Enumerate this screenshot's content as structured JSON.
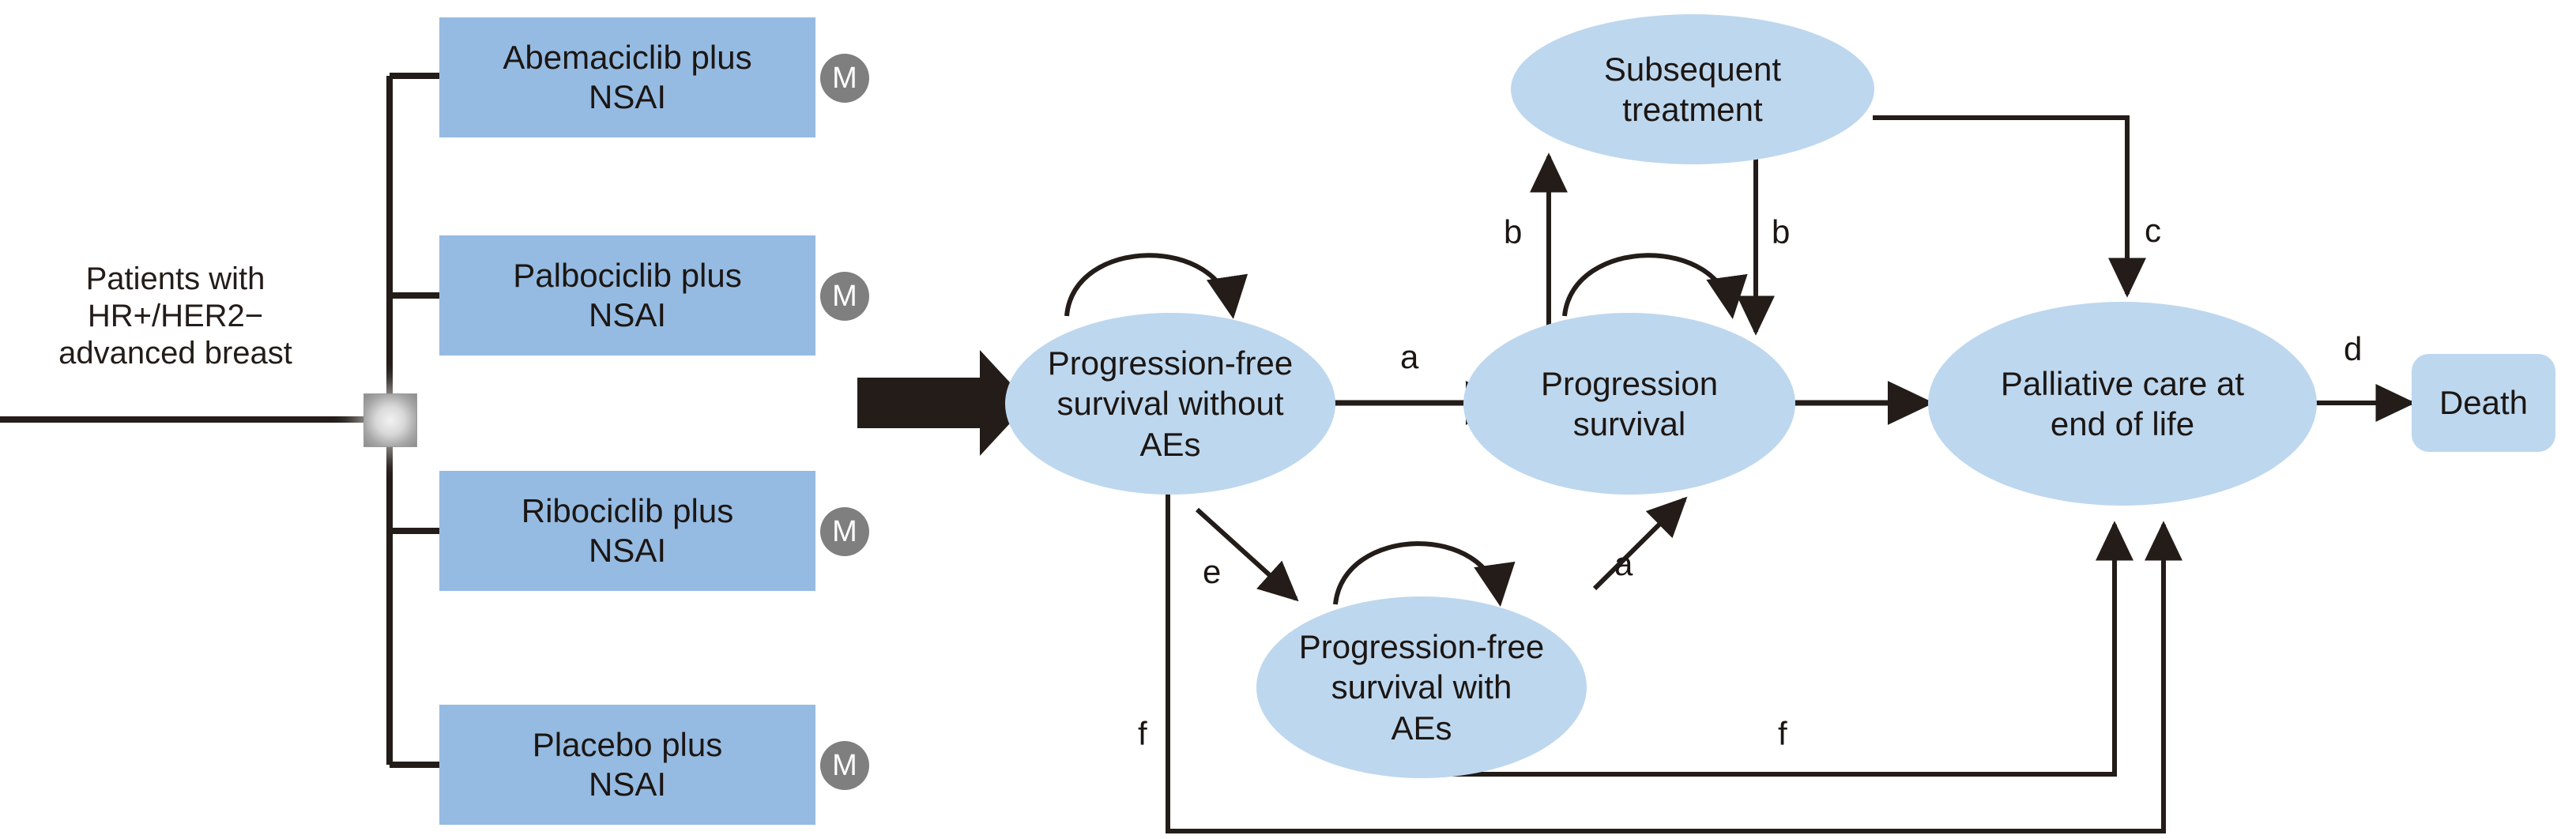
{
  "figure": {
    "type": "decision-tree-and-markov-state-transition-diagram",
    "background_color": "#ffffff",
    "line_color": "#231c18",
    "box_fill": "#95bbe2",
    "state_fill": "#bdd7ee",
    "marker_fill": "#7f7f7f"
  },
  "decision_tree": {
    "cohort_label": "Patients with\nHR+/HER2−\nadvanced breast",
    "node_marker": "decision-node",
    "arms": [
      {
        "label": "Abemaciclib plus\nNSAI",
        "marker": "M"
      },
      {
        "label": "Palbociclib plus\nNSAI",
        "marker": "M"
      },
      {
        "label": "Ribociclib plus\nNSAI",
        "marker": "M"
      },
      {
        "label": "Placebo plus\nNSAI",
        "marker": "M"
      }
    ]
  },
  "transition_arrow": {
    "name": "block-arrow-right"
  },
  "markov_model": {
    "states": [
      {
        "id": "pfs_no_ae",
        "label": "Progression-free\nsurvival without\nAEs",
        "shape": "ellipse"
      },
      {
        "id": "pfs_ae",
        "label": "Progression-free\nsurvival with\nAEs",
        "shape": "ellipse"
      },
      {
        "id": "subsequent",
        "label": "Subsequent\ntreatment",
        "shape": "ellipse"
      },
      {
        "id": "progression",
        "label": "Progression\nsurvival",
        "shape": "ellipse"
      },
      {
        "id": "palliative",
        "label": "Palliative care at\nend of life",
        "shape": "ellipse"
      },
      {
        "id": "death",
        "label": "Death",
        "shape": "rounded-rect"
      }
    ],
    "transitions": [
      {
        "from": "pfs_no_ae",
        "to": "pfs_no_ae",
        "label": "",
        "style": "self-loop"
      },
      {
        "from": "pfs_ae",
        "to": "pfs_ae",
        "label": "",
        "style": "self-loop"
      },
      {
        "from": "progression",
        "to": "progression",
        "label": "",
        "style": "self-loop"
      },
      {
        "from": "pfs_no_ae",
        "to": "progression",
        "label": "a",
        "style": "straight"
      },
      {
        "from": "pfs_ae",
        "to": "progression",
        "label": "a",
        "style": "straight"
      },
      {
        "from": "pfs_no_ae",
        "to": "pfs_ae",
        "label": "e",
        "style": "straight"
      },
      {
        "from": "progression",
        "to": "subsequent",
        "label": "b",
        "style": "vertical-up"
      },
      {
        "from": "subsequent",
        "to": "progression",
        "label": "b",
        "style": "vertical-down"
      },
      {
        "from": "subsequent",
        "to": "palliative",
        "label": "c",
        "style": "orthogonal"
      },
      {
        "from": "progression",
        "to": "palliative",
        "label": "",
        "style": "straight"
      },
      {
        "from": "palliative",
        "to": "death",
        "label": "d",
        "style": "straight"
      },
      {
        "from": "pfs_ae",
        "to": "palliative",
        "label": "f",
        "style": "orthogonal-bottom"
      },
      {
        "from": "pfs_no_ae",
        "to": "palliative",
        "label": "f",
        "style": "orthogonal-bottom"
      }
    ],
    "edge_labels": [
      "a",
      "a",
      "b",
      "b",
      "c",
      "d",
      "e",
      "f",
      "f"
    ]
  }
}
